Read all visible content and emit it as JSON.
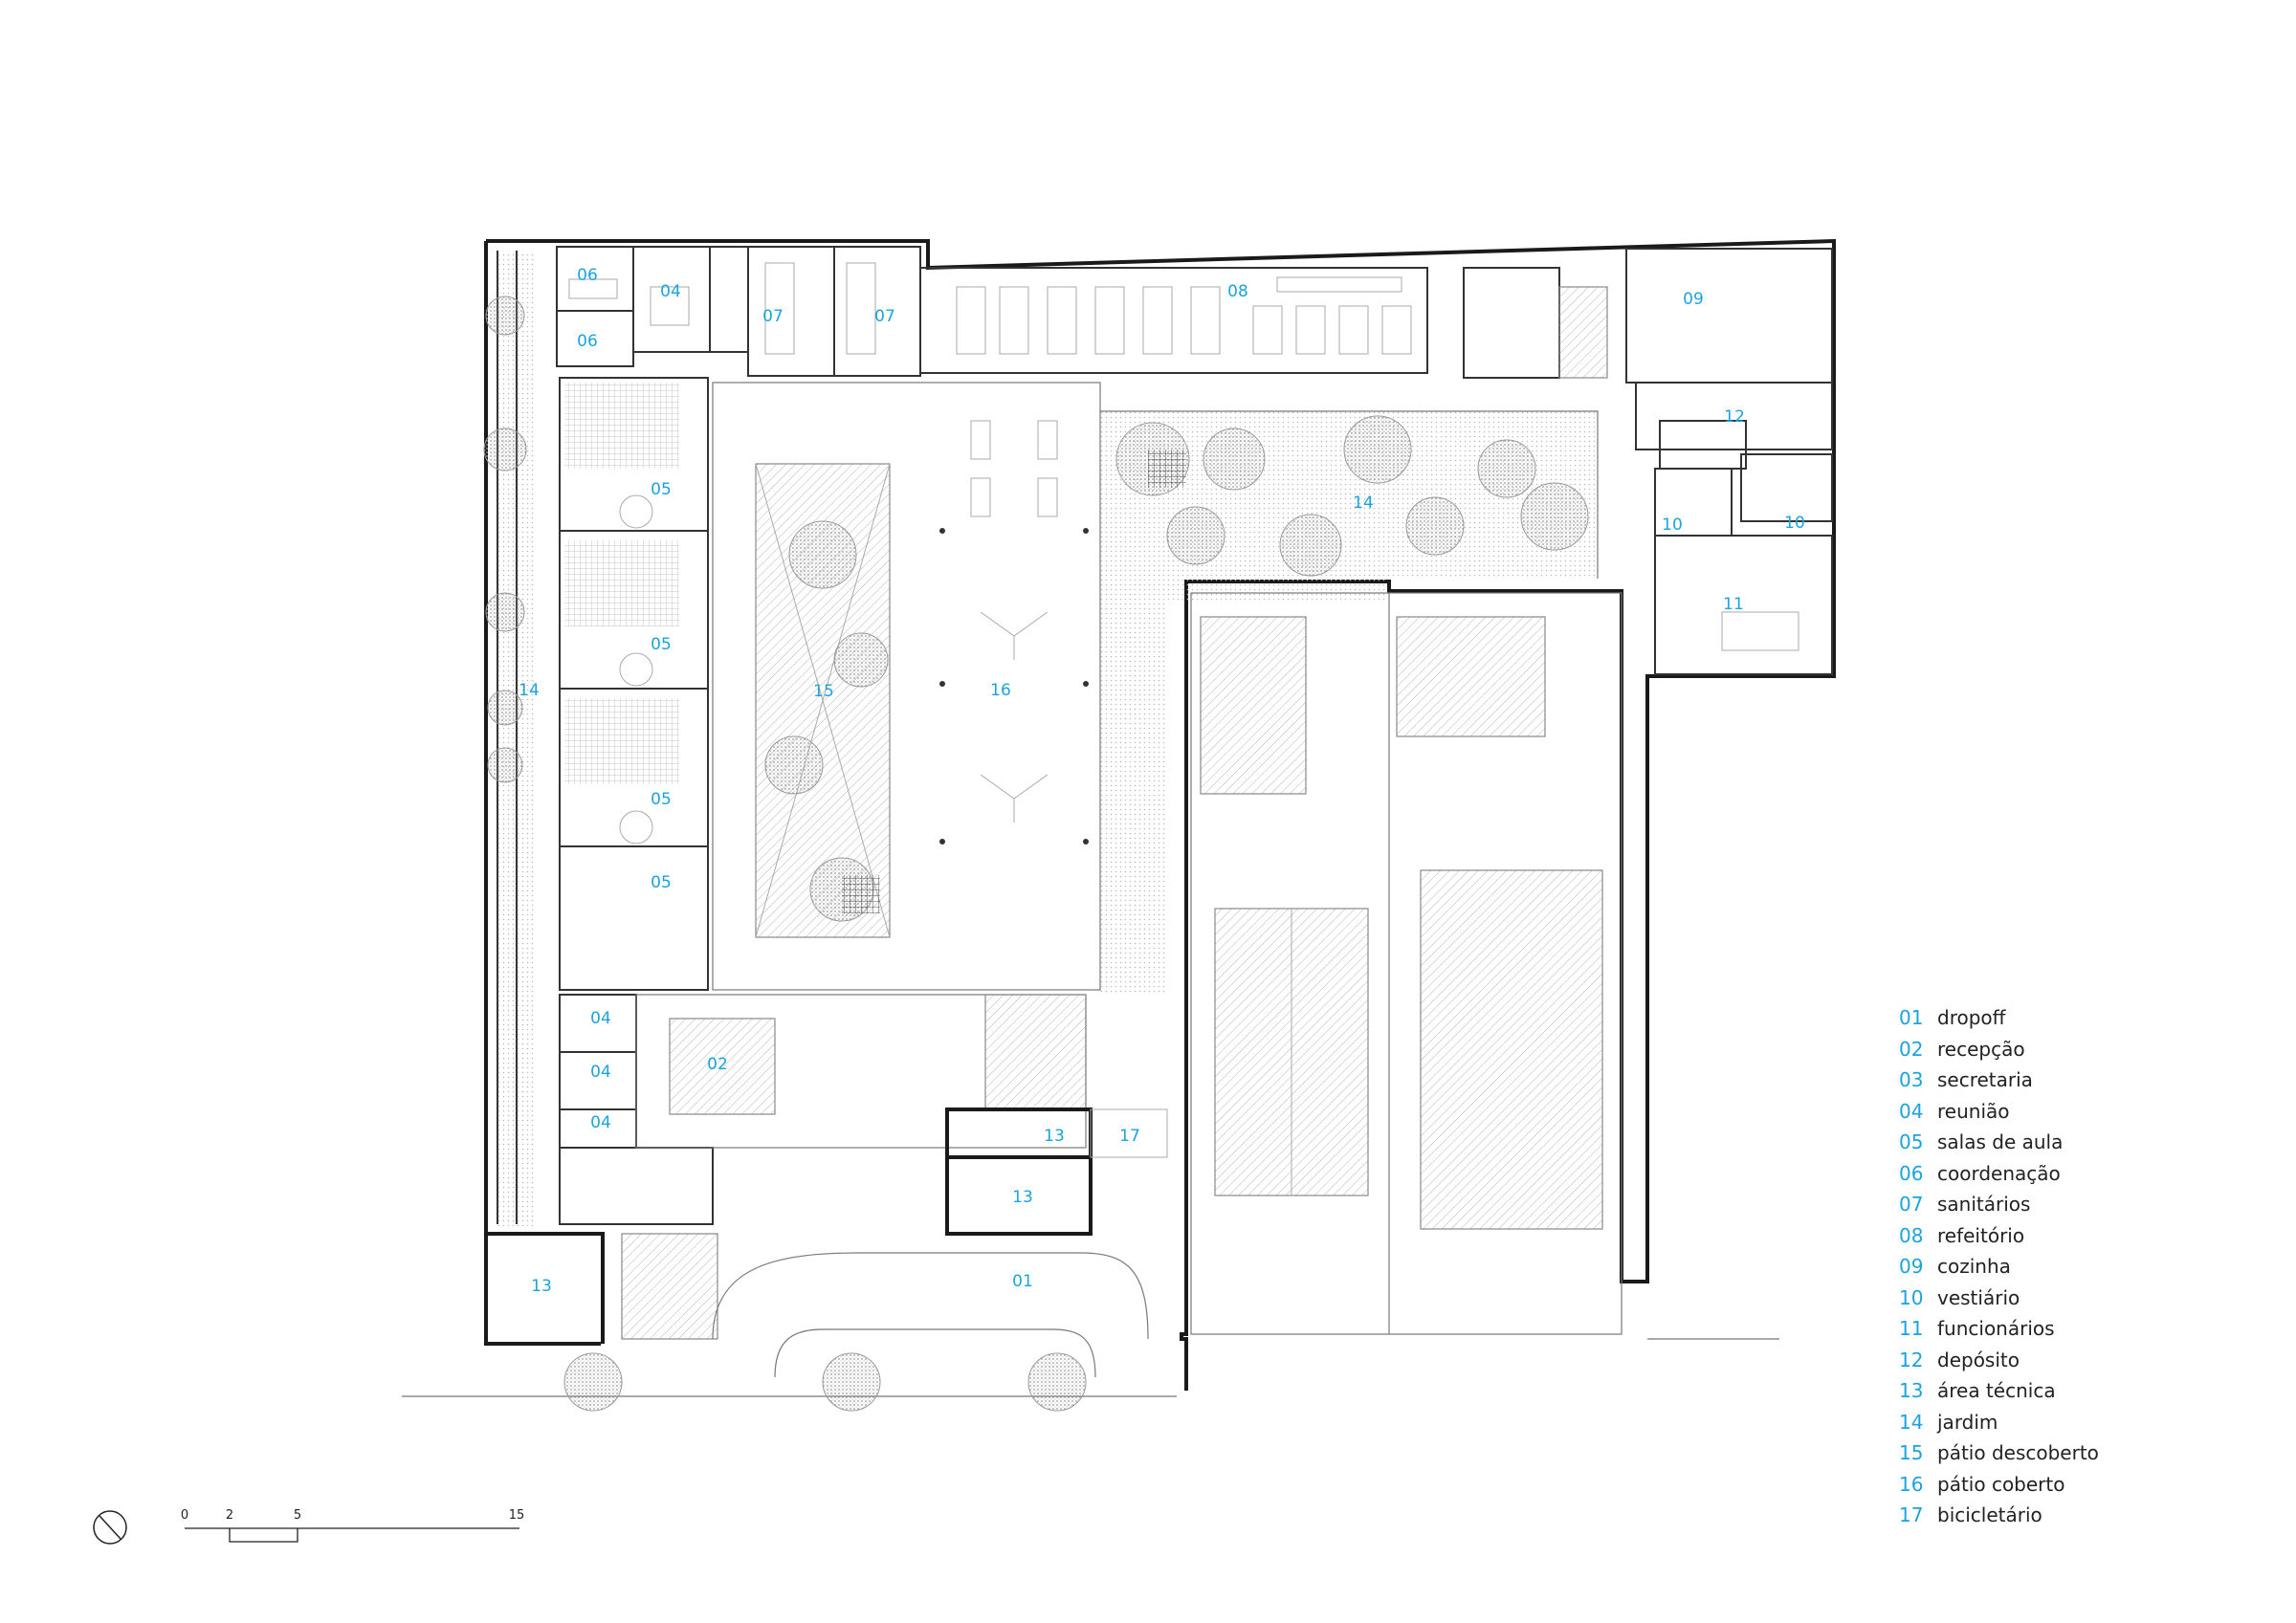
{
  "room_labels": [
    {
      "id": "06a",
      "text": "06"
    },
    {
      "id": "06b",
      "text": "06"
    },
    {
      "id": "04a",
      "text": "04"
    },
    {
      "id": "07a",
      "text": "07"
    },
    {
      "id": "07b",
      "text": "07"
    },
    {
      "id": "08",
      "text": "08"
    },
    {
      "id": "09",
      "text": "09"
    },
    {
      "id": "12",
      "text": "12"
    },
    {
      "id": "10a",
      "text": "10"
    },
    {
      "id": "10b",
      "text": "10"
    },
    {
      "id": "11",
      "text": "11"
    },
    {
      "id": "05a",
      "text": "05"
    },
    {
      "id": "05b",
      "text": "05"
    },
    {
      "id": "05c",
      "text": "05"
    },
    {
      "id": "05d",
      "text": "05"
    },
    {
      "id": "14a",
      "text": "14"
    },
    {
      "id": "14b",
      "text": "14"
    },
    {
      "id": "15",
      "text": "15"
    },
    {
      "id": "16",
      "text": "16"
    },
    {
      "id": "04b",
      "text": "04"
    },
    {
      "id": "04c",
      "text": "04"
    },
    {
      "id": "04d",
      "text": "04"
    },
    {
      "id": "02",
      "text": "02"
    },
    {
      "id": "13a",
      "text": "13"
    },
    {
      "id": "17",
      "text": "17"
    },
    {
      "id": "13b",
      "text": "13"
    },
    {
      "id": "13c",
      "text": "13"
    },
    {
      "id": "01",
      "text": "01"
    }
  ],
  "legend": [
    {
      "num": "01",
      "label": "dropoff"
    },
    {
      "num": "02",
      "label": "recepção"
    },
    {
      "num": "03",
      "label": "secretaria"
    },
    {
      "num": "04",
      "label": "reunião"
    },
    {
      "num": "05",
      "label": "salas de aula"
    },
    {
      "num": "06",
      "label": "coordenação"
    },
    {
      "num": "07",
      "label": "sanitários"
    },
    {
      "num": "08",
      "label": "refeitório"
    },
    {
      "num": "09",
      "label": "cozinha"
    },
    {
      "num": "10",
      "label": "vestiário"
    },
    {
      "num": "11",
      "label": "funcionários"
    },
    {
      "num": "12",
      "label": "depósito"
    },
    {
      "num": "13",
      "label": "área técnica"
    },
    {
      "num": "14",
      "label": "jardim"
    },
    {
      "num": "15",
      "label": "pátio descoberto"
    },
    {
      "num": "16",
      "label": "pátio coberto"
    },
    {
      "num": "17",
      "label": "bicicletário"
    }
  ],
  "scale_bar": {
    "ticks": [
      "0",
      "2",
      "5",
      "15"
    ]
  },
  "colors": {
    "label": "#1ba3e0",
    "wall": "#1a1a1a"
  }
}
